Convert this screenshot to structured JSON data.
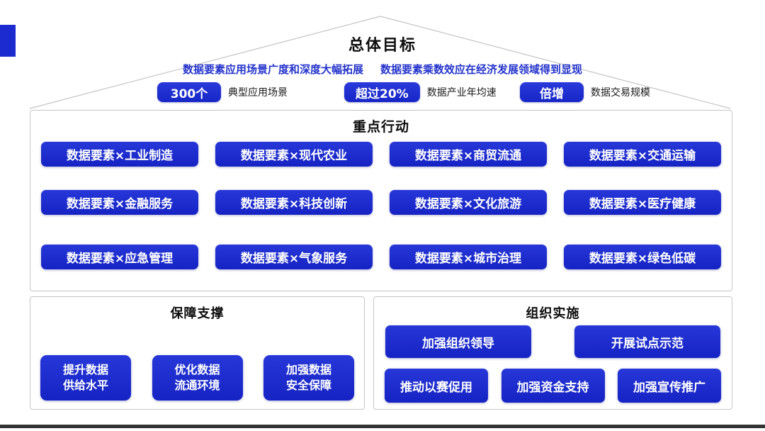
{
  "colors": {
    "accent": "#1e2ed0",
    "text_blue": "#2433cc",
    "border": "#c6c6c6",
    "bottom_bar": "#333333"
  },
  "roof": {
    "title": "总体目标",
    "subtitle_left": "数据要素应用场景广度和深度大幅拓展",
    "subtitle_right": "数据要素乘数效应在经济发展领域得到显现",
    "badges": [
      {
        "pill": "300个",
        "label": "典型应用场景"
      },
      {
        "pill": "超过20%",
        "label": "数据产业年均速"
      },
      {
        "pill": "倍增",
        "label": "数据交易规模"
      }
    ]
  },
  "key_actions": {
    "title": "重点行动",
    "rows": [
      [
        "数据要素×工业制造",
        "数据要素×现代农业",
        "数据要素×商贸流通",
        "数据要素×交通运输"
      ],
      [
        "数据要素×金融服务",
        "数据要素×科技创新",
        "数据要素×文化旅游",
        "数据要素×医疗健康"
      ],
      [
        "数据要素×应急管理",
        "数据要素×气象服务",
        "数据要素×城市治理",
        "数据要素×绿色低碳"
      ]
    ]
  },
  "support": {
    "title": "保障支撑",
    "items": [
      {
        "line1": "提升数据",
        "line2": "供给水平"
      },
      {
        "line1": "优化数据",
        "line2": "流通环境"
      },
      {
        "line1": "加强数据",
        "line2": "安全保障"
      }
    ]
  },
  "organization": {
    "title": "组织实施",
    "row1": [
      "加强组织领导",
      "开展试点示范"
    ],
    "row2": [
      "推动以赛促用",
      "加强资金支持",
      "加强宣传推广"
    ]
  }
}
